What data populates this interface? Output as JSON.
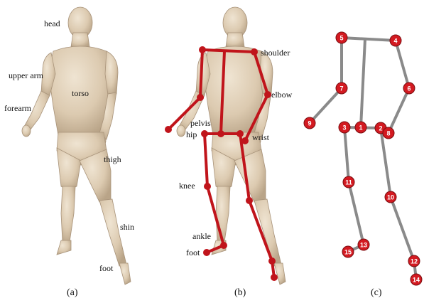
{
  "colors": {
    "skin": "#e2d3bd",
    "skin_shadow": "#b8a58a",
    "skeleton": "#c0141b",
    "graph_edge": "#8a8a8a",
    "node": "#d31a21"
  },
  "panel_a": {
    "labels": {
      "head": "head",
      "upper_arm": "upper arm",
      "torso": "torso",
      "forearm": "forearm",
      "thigh": "thigh",
      "shin": "shin",
      "foot": "foot"
    },
    "caption": "(a)"
  },
  "panel_b": {
    "labels": {
      "shoulder": "shoulder",
      "elbow": "elbow",
      "pelvis": "pelvis",
      "hip": "hip",
      "wrist": "wrist",
      "knee": "knee",
      "ankle": "ankle",
      "foot": "foot"
    },
    "caption": "(b)"
  },
  "panel_c": {
    "caption": "(c)",
    "nodes": [
      "1",
      "2",
      "3",
      "4",
      "5",
      "6",
      "7",
      "8",
      "9",
      "10",
      "11",
      "12",
      "13",
      "14",
      "15"
    ]
  }
}
